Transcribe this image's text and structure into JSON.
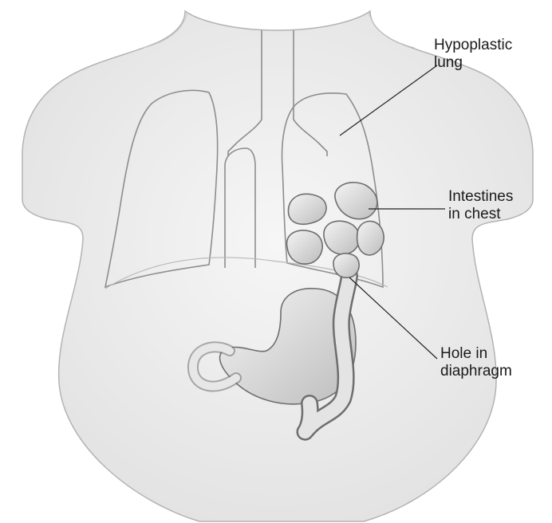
{
  "labels": {
    "hypoplastic_lung": [
      "Hypoplastic",
      "lung"
    ],
    "intestines_in_chest": [
      "Intestines",
      "in chest"
    ],
    "hole_in_diaphragm": [
      "Hole in",
      "diaphragm"
    ]
  },
  "colors": {
    "body_fill": "#ececec",
    "body_outline": "#9a9a9a",
    "organ_fill": "#dcdcdc",
    "organ_outline": "#6e6e6e",
    "leader_line": "#222222"
  }
}
